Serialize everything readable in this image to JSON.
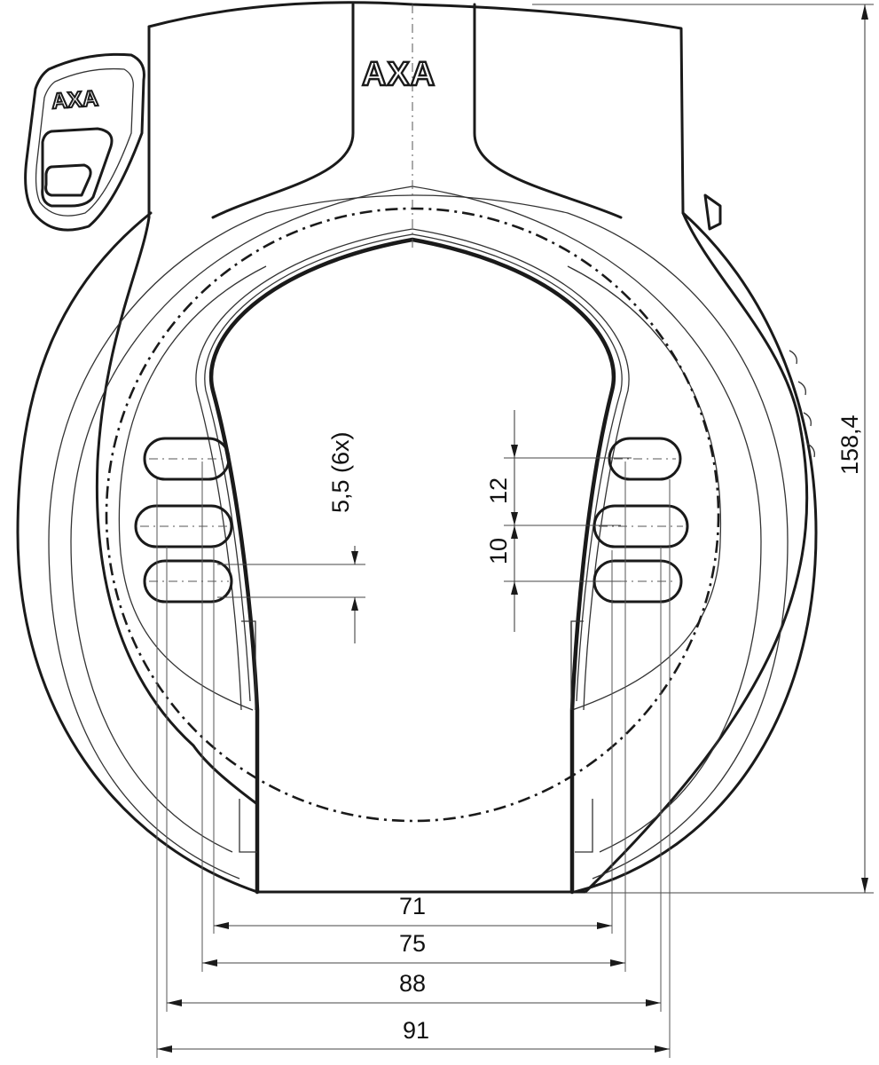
{
  "brand": {
    "body_logo": "AXA",
    "key_cover_logo": "AXA"
  },
  "dimensions": {
    "overall_height": "158,4",
    "slot_hole_width": "5,5 (6x)",
    "slot_pitch_upper": "12",
    "slot_pitch_lower": "10",
    "width_71": "71",
    "width_75": "75",
    "width_88": "88",
    "width_91": "91"
  },
  "colors": {
    "line": "#1a1a1a",
    "background": "#ffffff"
  }
}
